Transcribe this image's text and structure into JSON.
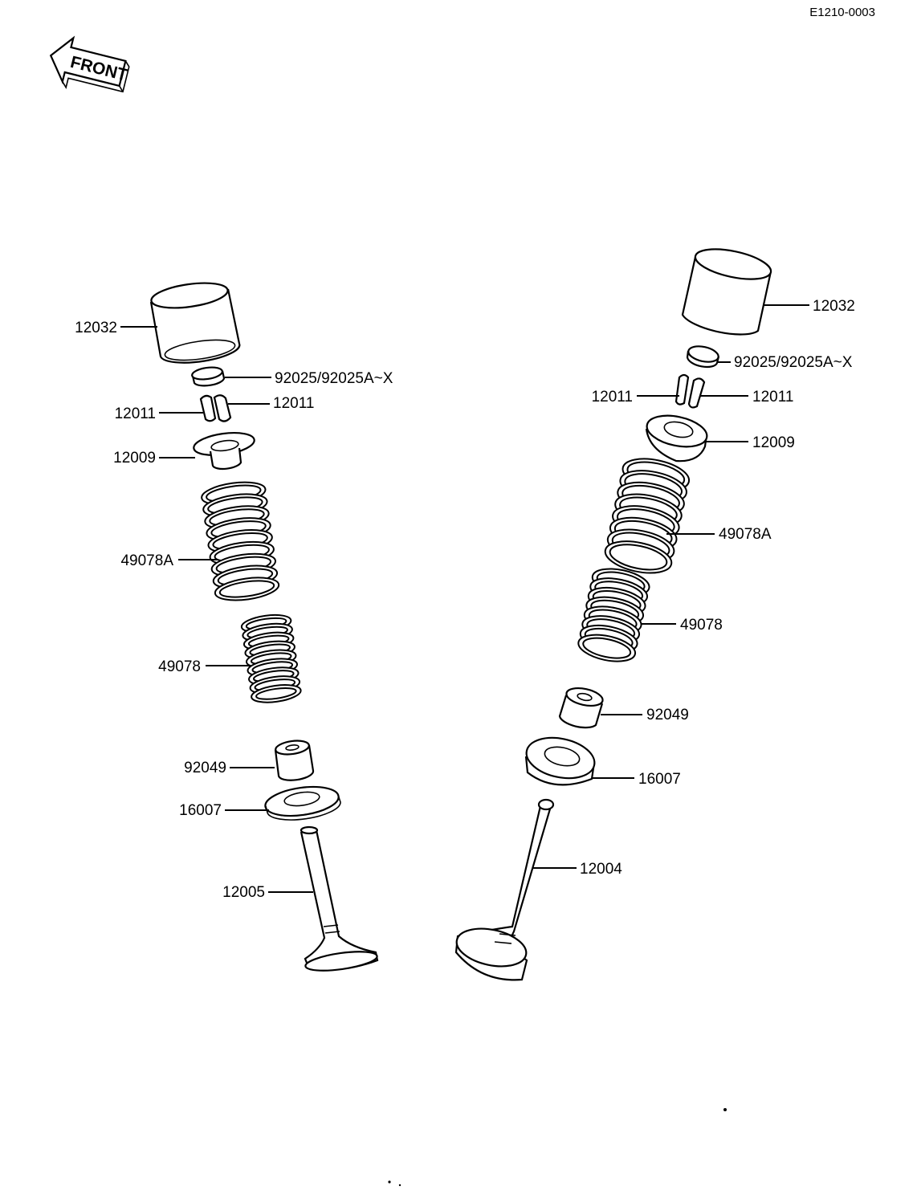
{
  "diagram": {
    "drawing_code": "E1210-0003",
    "front_label": "FRONT",
    "exhaust_side": {
      "tappet": "12032",
      "shim": "92025/92025A~X",
      "keeper_left": "12011",
      "keeper_right": "12011",
      "retainer": "12009",
      "outer_spring": "49078A",
      "inner_spring": "49078",
      "stem_seal": "92049",
      "spring_seat": "16007",
      "valve": "12005"
    },
    "intake_side": {
      "tappet": "12032",
      "shim": "92025/92025A~X",
      "keeper_left": "12011",
      "keeper_right": "12011",
      "retainer": "12009",
      "outer_spring": "49078A",
      "inner_spring": "49078",
      "stem_seal": "92049",
      "spring_seat": "16007",
      "valve": "12004"
    }
  }
}
